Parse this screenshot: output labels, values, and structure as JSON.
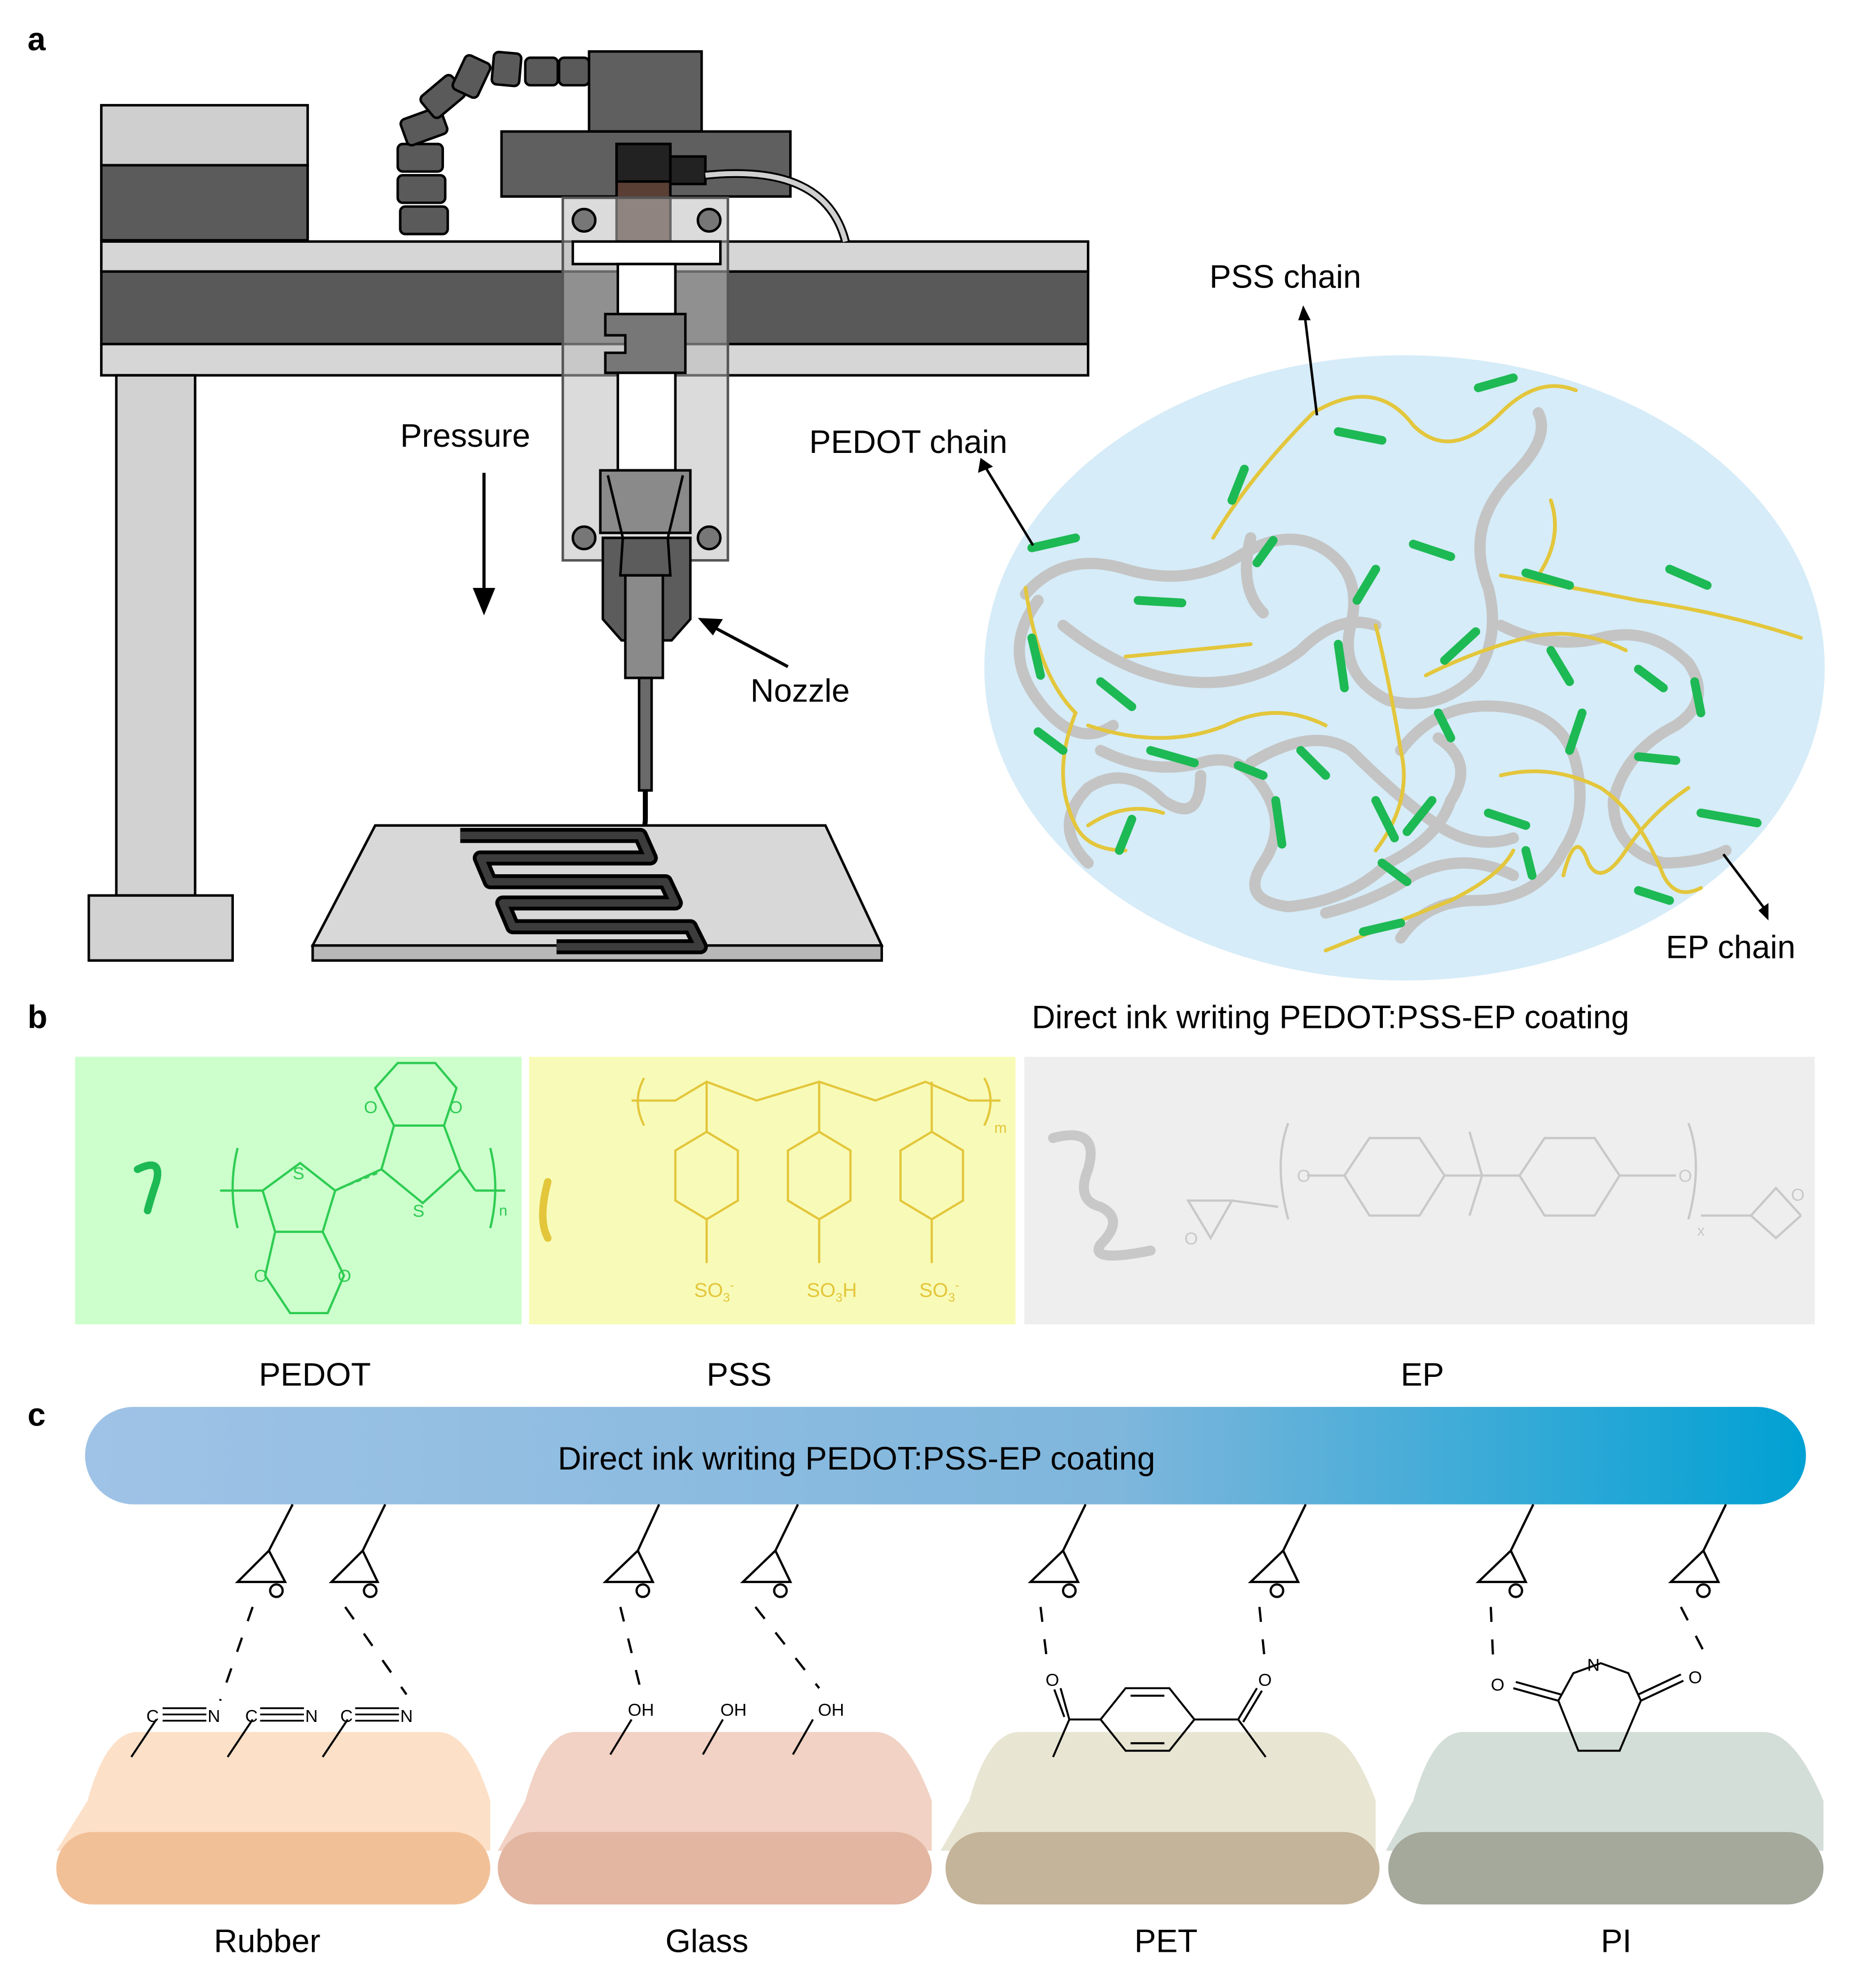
{
  "panels": {
    "a": {
      "letter": "a",
      "labels": {
        "pressure": "Pressure",
        "nozzle": "Nozzle",
        "pss_chain": "PSS chain",
        "pedot_chain": "PEDOT chain",
        "ep_chain": "EP chain"
      }
    },
    "b": {
      "letter": "b",
      "title": "Direct ink writing PEDOT:PSS-EP coating",
      "boxes": {
        "pedot": {
          "name": "PEDOT",
          "color": "#ccffcc",
          "line": "#2ecc52",
          "subscript": "n"
        },
        "pss": {
          "name": "PSS",
          "color": "#f8fbb8",
          "line": "#e3c63b",
          "subscript": "m",
          "groups": [
            "SO3-",
            "SO3H",
            "SO3-"
          ]
        },
        "ep": {
          "name": "EP",
          "color": "#eeeeee",
          "line": "#c8c8c8",
          "subscript": "x"
        }
      }
    },
    "c": {
      "letter": "c",
      "banner": "Direct ink writing PEDOT:PSS-EP coating",
      "substrates": [
        {
          "name": "Rubber",
          "top": "#fde0c8",
          "bottom": "#f2c097",
          "group": "C≡N"
        },
        {
          "name": "Glass",
          "top": "#f1d2c4",
          "bottom": "#e2b6a1",
          "group": "OH"
        },
        {
          "name": "PET",
          "top": "#e8e6d3",
          "bottom": "#c4b49a",
          "group": "C=O"
        },
        {
          "name": "PI",
          "top": "#d4ded8",
          "bottom": "#a4a99c",
          "group": "imide"
        }
      ]
    }
  },
  "colors": {
    "pedot": "#1db954",
    "pss": "#e3c63b",
    "ep": "#c4c4c4",
    "blob": "#d6ecf8",
    "banner_start": "#9fc3e6",
    "banner_end": "#00a1d3"
  }
}
